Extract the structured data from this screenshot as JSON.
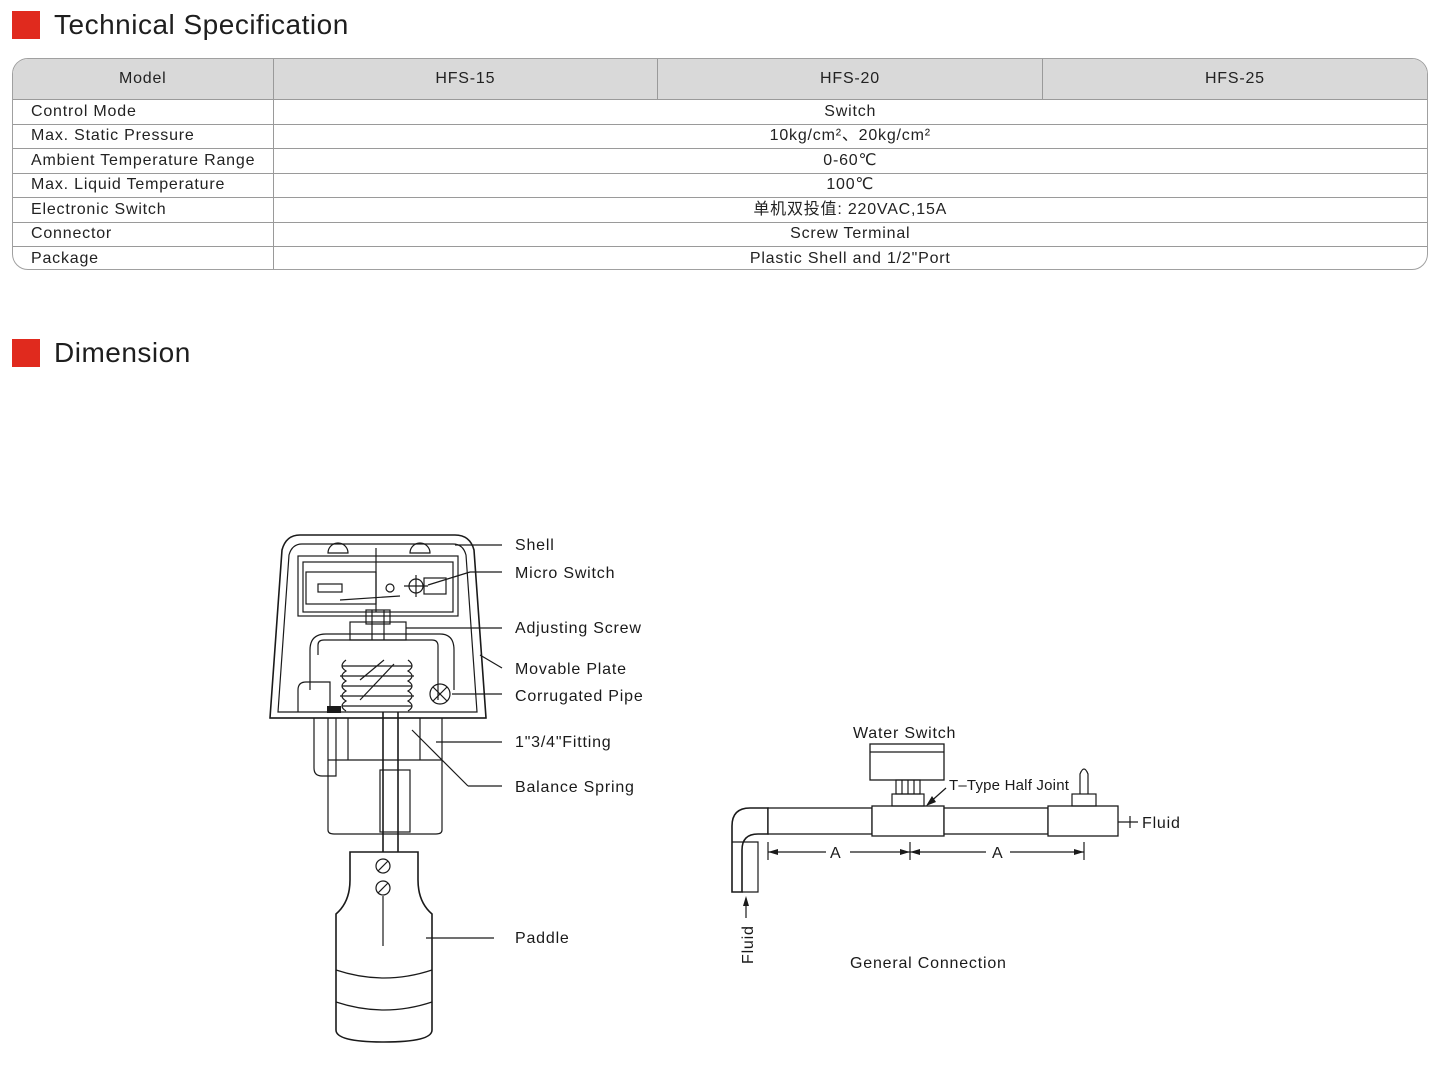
{
  "sections": {
    "spec_title": "Technical Specification",
    "dimension_title": "Dimension"
  },
  "spec_table": {
    "header": [
      "Model",
      "HFS-15",
      "HFS-20",
      "HFS-25"
    ],
    "rows": [
      {
        "param": "Control Mode",
        "value": "Switch"
      },
      {
        "param": "Max. Static Pressure",
        "value": "10kg/cm²、20kg/cm²"
      },
      {
        "param": "Ambient Temperature Range",
        "value": "0-60℃"
      },
      {
        "param": "Max. Liquid Temperature",
        "value": "100℃"
      },
      {
        "param": "Electronic Switch",
        "value": "单机双投值: 220VAC,15A"
      },
      {
        "param": "Connector",
        "value": "Screw Terminal"
      },
      {
        "param": "Package",
        "value": "Plastic Shell and 1/2\"Port"
      }
    ]
  },
  "part_labels": {
    "shell": "Shell",
    "micro_switch": "Micro Switch",
    "adjusting_screw": "Adjusting Screw",
    "movable_plate": "Movable Plate",
    "corrugated_pipe": "Corrugated Pipe",
    "fitting": "1\"3/4\"Fitting",
    "balance_spring": "Balance Spring",
    "paddle": "Paddle"
  },
  "connection": {
    "water_switch": "Water Switch",
    "t_joint": "T–Type Half Joint",
    "fluid_out": "Fluid",
    "fluid_in": "Fluid",
    "dim_a1": "A",
    "dim_a2": "A",
    "caption": "General Connection"
  }
}
